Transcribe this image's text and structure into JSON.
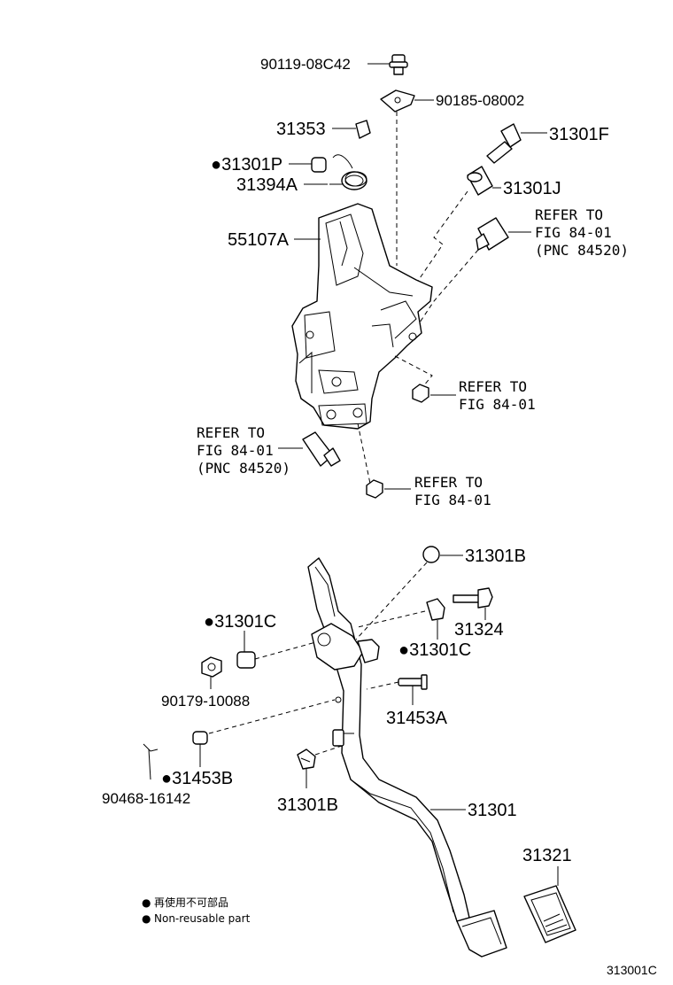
{
  "labels": {
    "p_90119_08C42": "90119-08C42",
    "p_90185_08002": "90185-08002",
    "p_31353": "31353",
    "p_31301F": "31301F",
    "p_31301P": "31301P",
    "p_31394A": "31394A",
    "p_31301J": "31301J",
    "p_55107A": "55107A",
    "p_31301B_top": "31301B",
    "p_31324": "31324",
    "p_31301C_left": "31301C",
    "p_31301C_right": "31301C",
    "p_90179_10088": "90179-10088",
    "p_31453A": "31453A",
    "p_31453B": "31453B",
    "p_90468_16142": "90468-16142",
    "p_31301B_bottom": "31301B",
    "p_31301": "31301",
    "p_31321": "31321"
  },
  "refs": {
    "ref_switch_top": [
      "REFER TO",
      "FIG 84-01",
      "(PNC 84520)"
    ],
    "ref_nut_right": [
      "REFER TO",
      "FIG 84-01"
    ],
    "ref_switch_left": [
      "REFER TO",
      "FIG 84-01",
      "(PNC 84520)"
    ],
    "ref_nut_bottom": [
      "REFER TO",
      "FIG 84-01"
    ]
  },
  "legend": {
    "symbol": "●",
    "line1": "再使用不可部品",
    "line2": "Non-reusable part"
  },
  "footer": {
    "code": "313001C"
  },
  "non_reusable_marker": "●"
}
